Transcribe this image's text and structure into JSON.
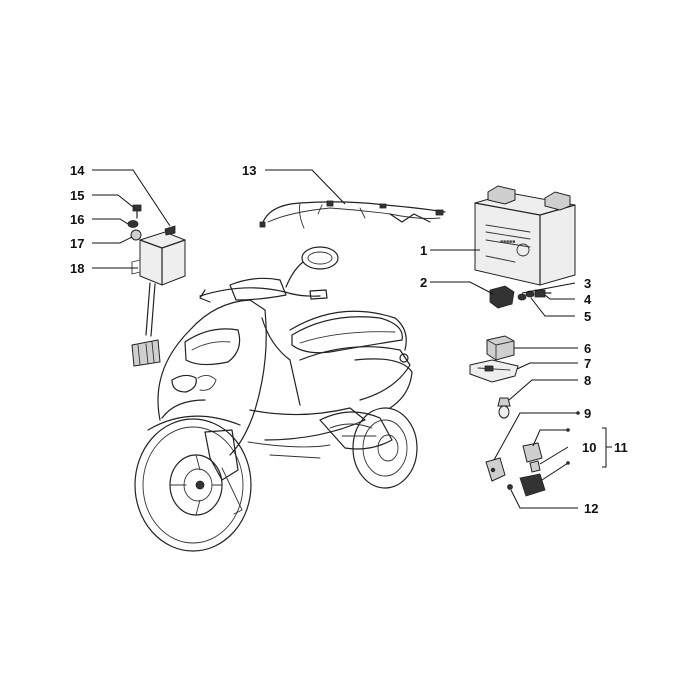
{
  "parts": [
    {
      "id": "1",
      "label": "1"
    },
    {
      "id": "2",
      "label": "2"
    },
    {
      "id": "3",
      "label": "3"
    },
    {
      "id": "4",
      "label": "4"
    },
    {
      "id": "5",
      "label": "5"
    },
    {
      "id": "6",
      "label": "6"
    },
    {
      "id": "7",
      "label": "7"
    },
    {
      "id": "8",
      "label": "8"
    },
    {
      "id": "9",
      "label": "9"
    },
    {
      "id": "10",
      "label": "10"
    },
    {
      "id": "11",
      "label": "11"
    },
    {
      "id": "12",
      "label": "12"
    },
    {
      "id": "13",
      "label": "13"
    },
    {
      "id": "14",
      "label": "14"
    },
    {
      "id": "15",
      "label": "15"
    },
    {
      "id": "16",
      "label": "16"
    },
    {
      "id": "17",
      "label": "17"
    },
    {
      "id": "18",
      "label": "18"
    }
  ],
  "colors": {
    "ink": "#222222",
    "background": "#ffffff"
  }
}
